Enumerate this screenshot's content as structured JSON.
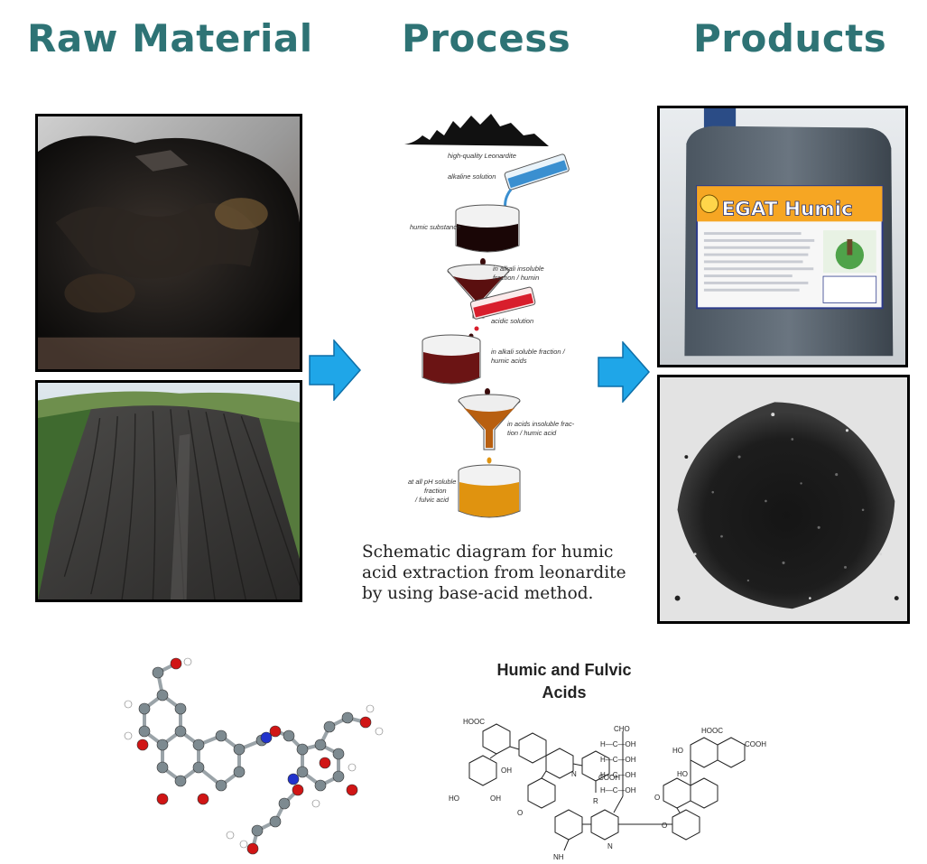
{
  "headings": {
    "raw_material": "Raw Material",
    "process": "Process",
    "products": "Products"
  },
  "process_diagram": {
    "labels": {
      "leonardite": "high-quality Leonardite",
      "alkaline": "alkaline solution",
      "humic_substance": "humic substance",
      "insoluble_line1": "in alkali insoluble",
      "insoluble_line2": "fraction / humin",
      "acidic": "acidic solution",
      "soluble_line1": "in alkali soluble fraction /",
      "soluble_line2": "humic acids",
      "acids_insol_line1": "in acids insoluble frac-",
      "acids_insol_line2": "tion / humic acid",
      "fulvic_line1": "at all pH soluble",
      "fulvic_line2": "fraction",
      "fulvic_line3": "/ fulvic acid"
    },
    "caption": "Schematic diagram for humic acid extraction from leonardite by using base-acid method."
  },
  "product": {
    "bottle_label": "EGAT Humic"
  },
  "chemistry": {
    "title_line1": "Humic and Fulvic",
    "title_line2": "Acids",
    "groups": {
      "hooc_left": "HOOC",
      "oh1": "OH",
      "ho1": "HO",
      "oh2": "OH",
      "n1": "N",
      "cooh_mid": "COOH",
      "r": "R",
      "cho": "CHO",
      "hcoh1": "H—C—OH",
      "hcoh2": "H—C—OH",
      "hcoh3": "H—C—OH",
      "hcoh4": "H—C—OH",
      "hooc_right": "HOOC",
      "cooh_right": "COOH",
      "ho2": "HO",
      "ho3": "HO",
      "o1": "O",
      "o2": "O",
      "o3": "O",
      "nh": "NH",
      "n2": "N"
    }
  },
  "colors": {
    "heading": "#2e7375",
    "arrow": "#1fa6e8",
    "humic_dark": "#5a0f0f",
    "fulvic": "#e0930f",
    "acid_red": "#d81e2c",
    "alkaline_blue": "#3a8fd0"
  }
}
